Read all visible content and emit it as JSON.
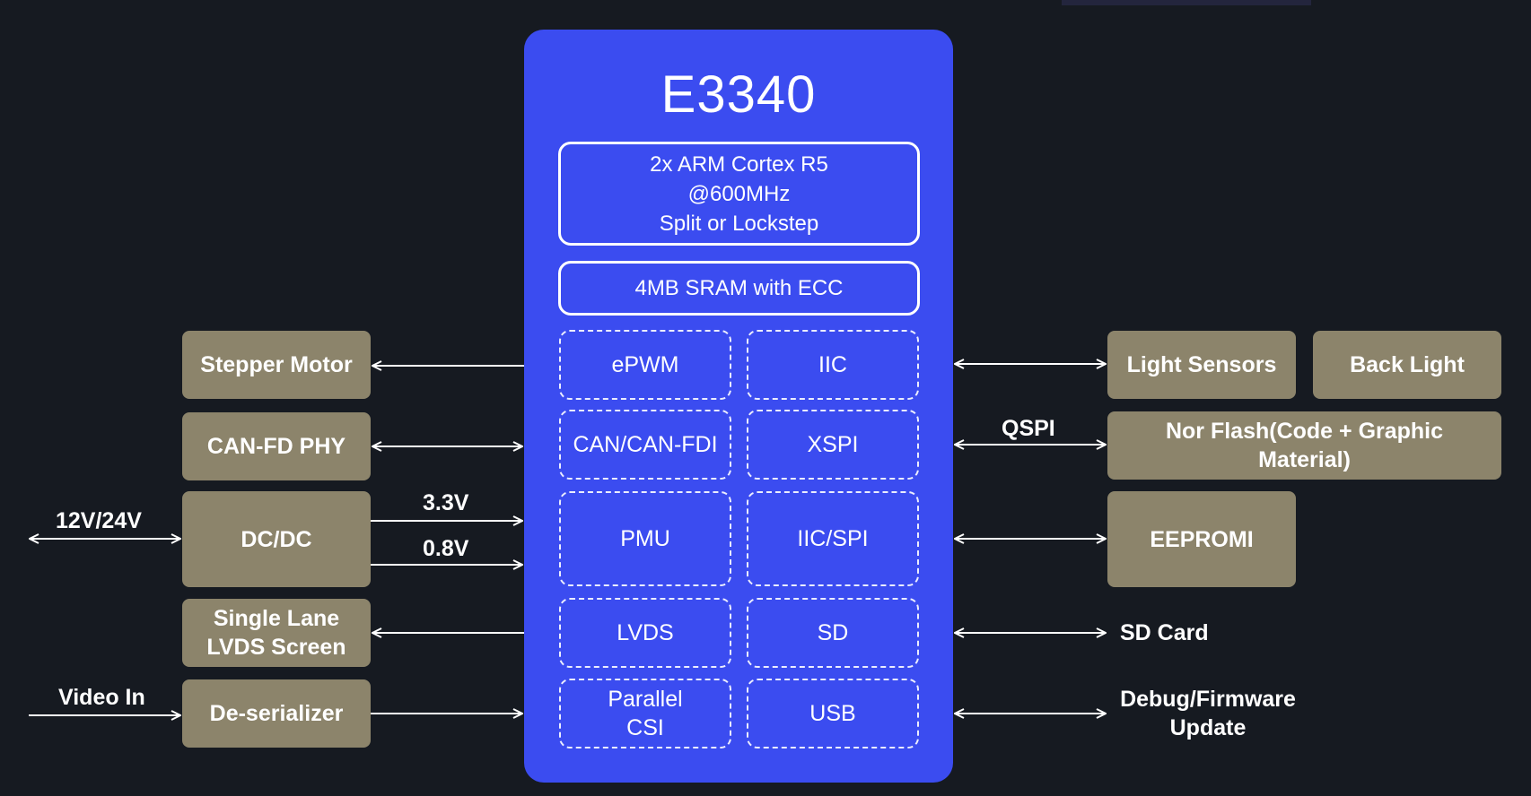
{
  "chip": {
    "title": "E3340",
    "core": [
      "2x ARM Cortex R5",
      "@600MHz",
      "Split or Lockstep"
    ],
    "sram": "4MB SRAM with ECC",
    "peripherals": [
      {
        "left": "ePWM",
        "right": "IIC"
      },
      {
        "left": "CAN/CAN-FDI",
        "right": "XSPI"
      },
      {
        "left": "PMU",
        "right": "IIC/SPI"
      },
      {
        "left": "LVDS",
        "right": "SD"
      },
      {
        "left": [
          "Parallel",
          "CSI"
        ],
        "right": "USB"
      }
    ]
  },
  "left_blocks": {
    "stepper": "Stepper Motor",
    "canfd": "CAN-FD PHY",
    "dcdc": "DC/DC",
    "lvds_screen": [
      "Single Lane",
      "LVDS Screen"
    ],
    "deser": "De-serializer"
  },
  "left_labels": {
    "supply_in": "12V/24V",
    "v33": "3.3V",
    "v08": "0.8V",
    "video_in": "Video In"
  },
  "right_blocks": {
    "light_sensors": "Light Sensors",
    "back_light": "Back Light",
    "nor_flash": [
      "Nor Flash(Code + Graphic",
      "Material)"
    ],
    "eeprom": "EEPROMI"
  },
  "right_labels": {
    "qspi": "QSPI",
    "sd_card": "SD Card",
    "debug": [
      "Debug/Firmware",
      "Update"
    ]
  },
  "colors": {
    "background": "#161a21",
    "chip": "#3b4cf0",
    "external_block": "#8c846b",
    "line": "#ffffff"
  }
}
